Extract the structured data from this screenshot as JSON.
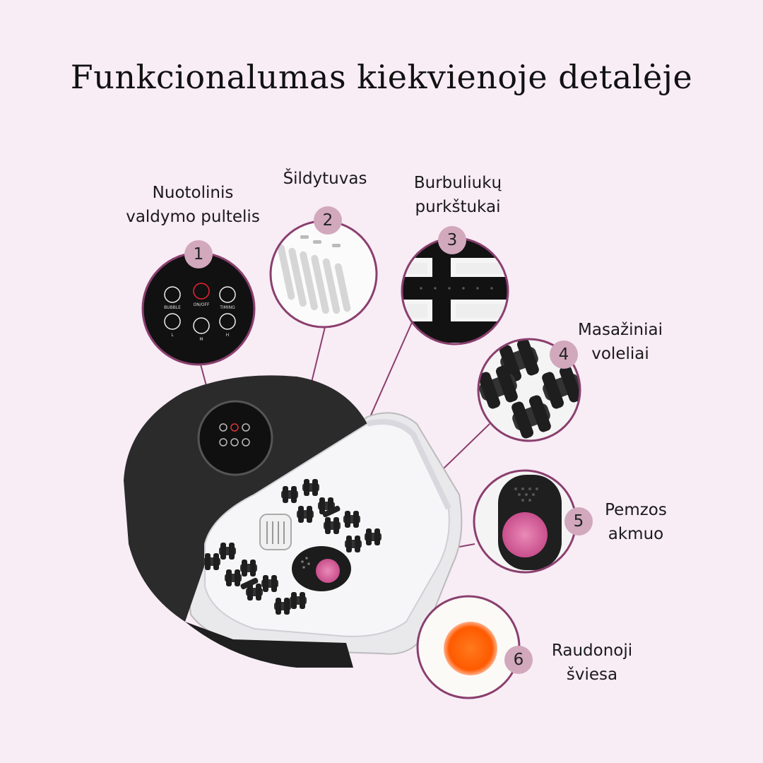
{
  "title": "Funkcionalumas kiekvienoje detalėje",
  "features": [
    {
      "number": "1",
      "lines": [
        "Nuotolinis",
        "valdymo pultelis"
      ]
    },
    {
      "number": "2",
      "lines": [
        "Šildytuvas"
      ]
    },
    {
      "number": "3",
      "lines": [
        "Burbuliukų",
        "purkštukai"
      ]
    },
    {
      "number": "4",
      "lines": [
        "Masažiniai",
        "voleliai"
      ]
    },
    {
      "number": "5",
      "lines": [
        "Pemzos",
        "akmuo"
      ]
    },
    {
      "number": "6",
      "lines": [
        "Raudonoji",
        "šviesa"
      ]
    }
  ],
  "remote": {
    "buttons": [
      "BUBBLE",
      "ON/OFF",
      "TIMING",
      "L",
      "M",
      "H"
    ]
  },
  "colors": {
    "background": "#f8ecf5",
    "accent_ring": "#8a3f6e",
    "badge": "#d2a8bd",
    "device_black": "#2a2a2a",
    "pumice": "#d9669e",
    "red_light": "#ff6a10"
  }
}
